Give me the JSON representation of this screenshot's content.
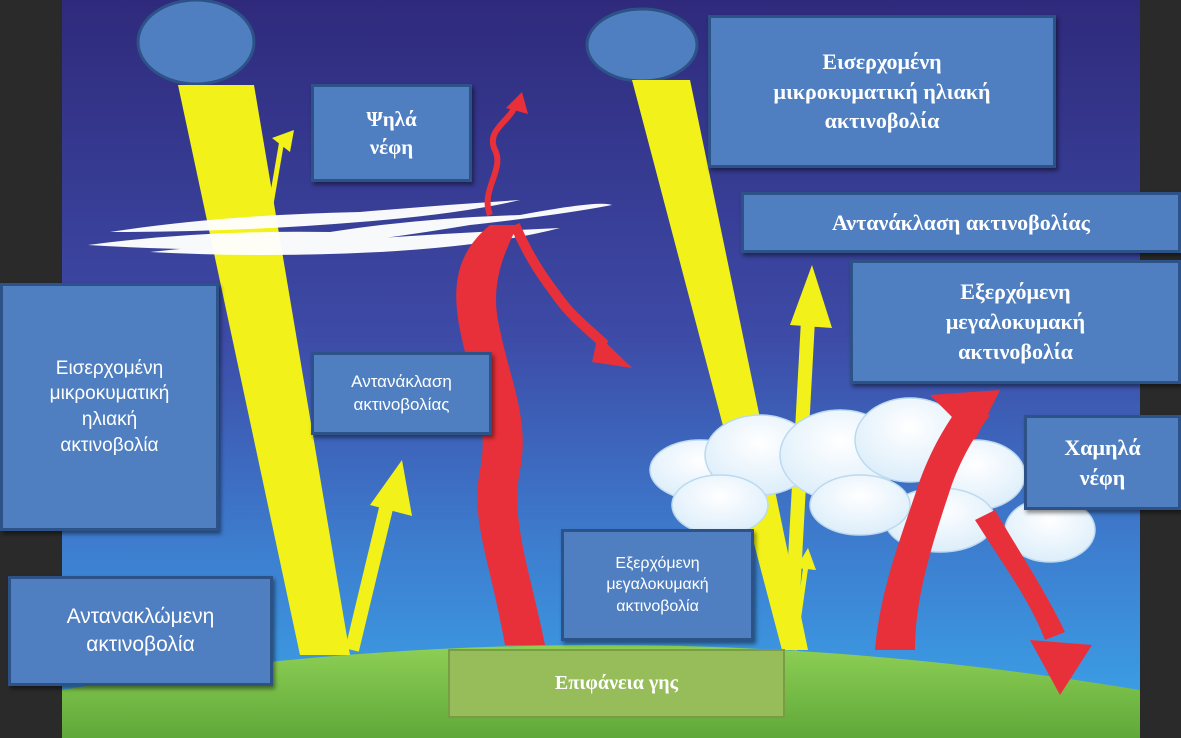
{
  "labels": {
    "high_clouds": "Ψηλά\nνέφη",
    "incoming_solar_right": "Εισερχομένη\nμικροκυματική ηλιακή\nακτινοβολία",
    "reflection_right": "Αντανάκλαση ακτινοβολίας",
    "outgoing_longwave_right": "Εξερχόμενη\nμεγαλοκυμακή\nακτινοβολία",
    "incoming_solar_left": "Εισερχομένη\nμικροκυματική\nηλιακή\nακτινοβολία",
    "reflection_left": "Αντανάκλαση\nακτινοβολίας",
    "low_clouds": "Χαμηλά\nνέφη",
    "outgoing_longwave_center": "Εξερχόμενη\nμεγαλοκυμακή\nακτινοβολία",
    "reflected_radiation": "Αντανακλώμενη\nακτινοβολία",
    "earth_surface": "Επιφάνεια γης"
  },
  "colors": {
    "sky_top": "#2f2a7c",
    "sky_bottom": "#3aa0e6",
    "ground": "#7ec24a",
    "sun": "#4f7fc0",
    "solar_beam": "#f2f21a",
    "longwave": "#e8303a",
    "label_bg": "#4f7fc0",
    "label_border": "#2c5287",
    "surface_label_bg": "#97bd5a"
  }
}
